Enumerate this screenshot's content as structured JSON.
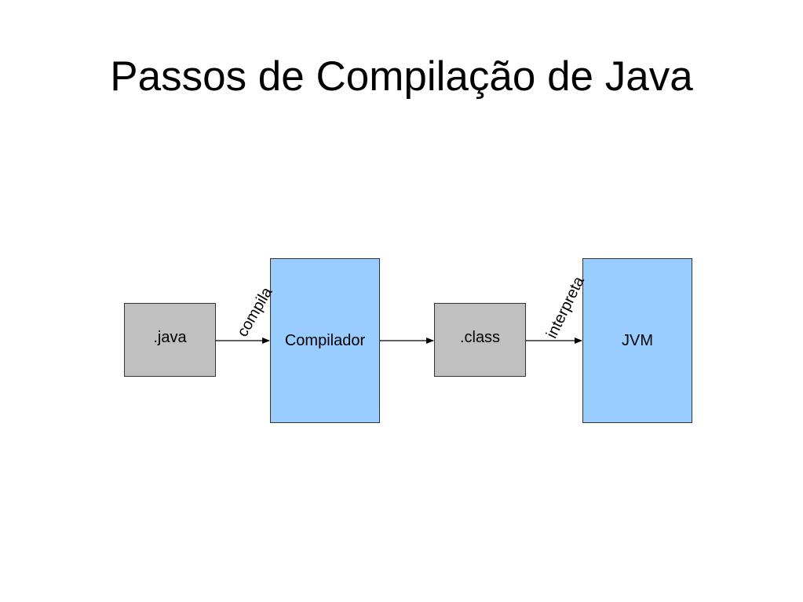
{
  "slide": {
    "title": "Passos de Compilação de Java"
  },
  "diagram": {
    "nodes": {
      "java": ".java",
      "compiler": "Compilador",
      "class": ".class",
      "jvm": "JVM"
    },
    "edges": {
      "compila": "compila",
      "interpreta": "interpreta"
    },
    "colors": {
      "file_box": "#c0c0c0",
      "process_box": "#99ccff",
      "border": "#333333"
    }
  }
}
